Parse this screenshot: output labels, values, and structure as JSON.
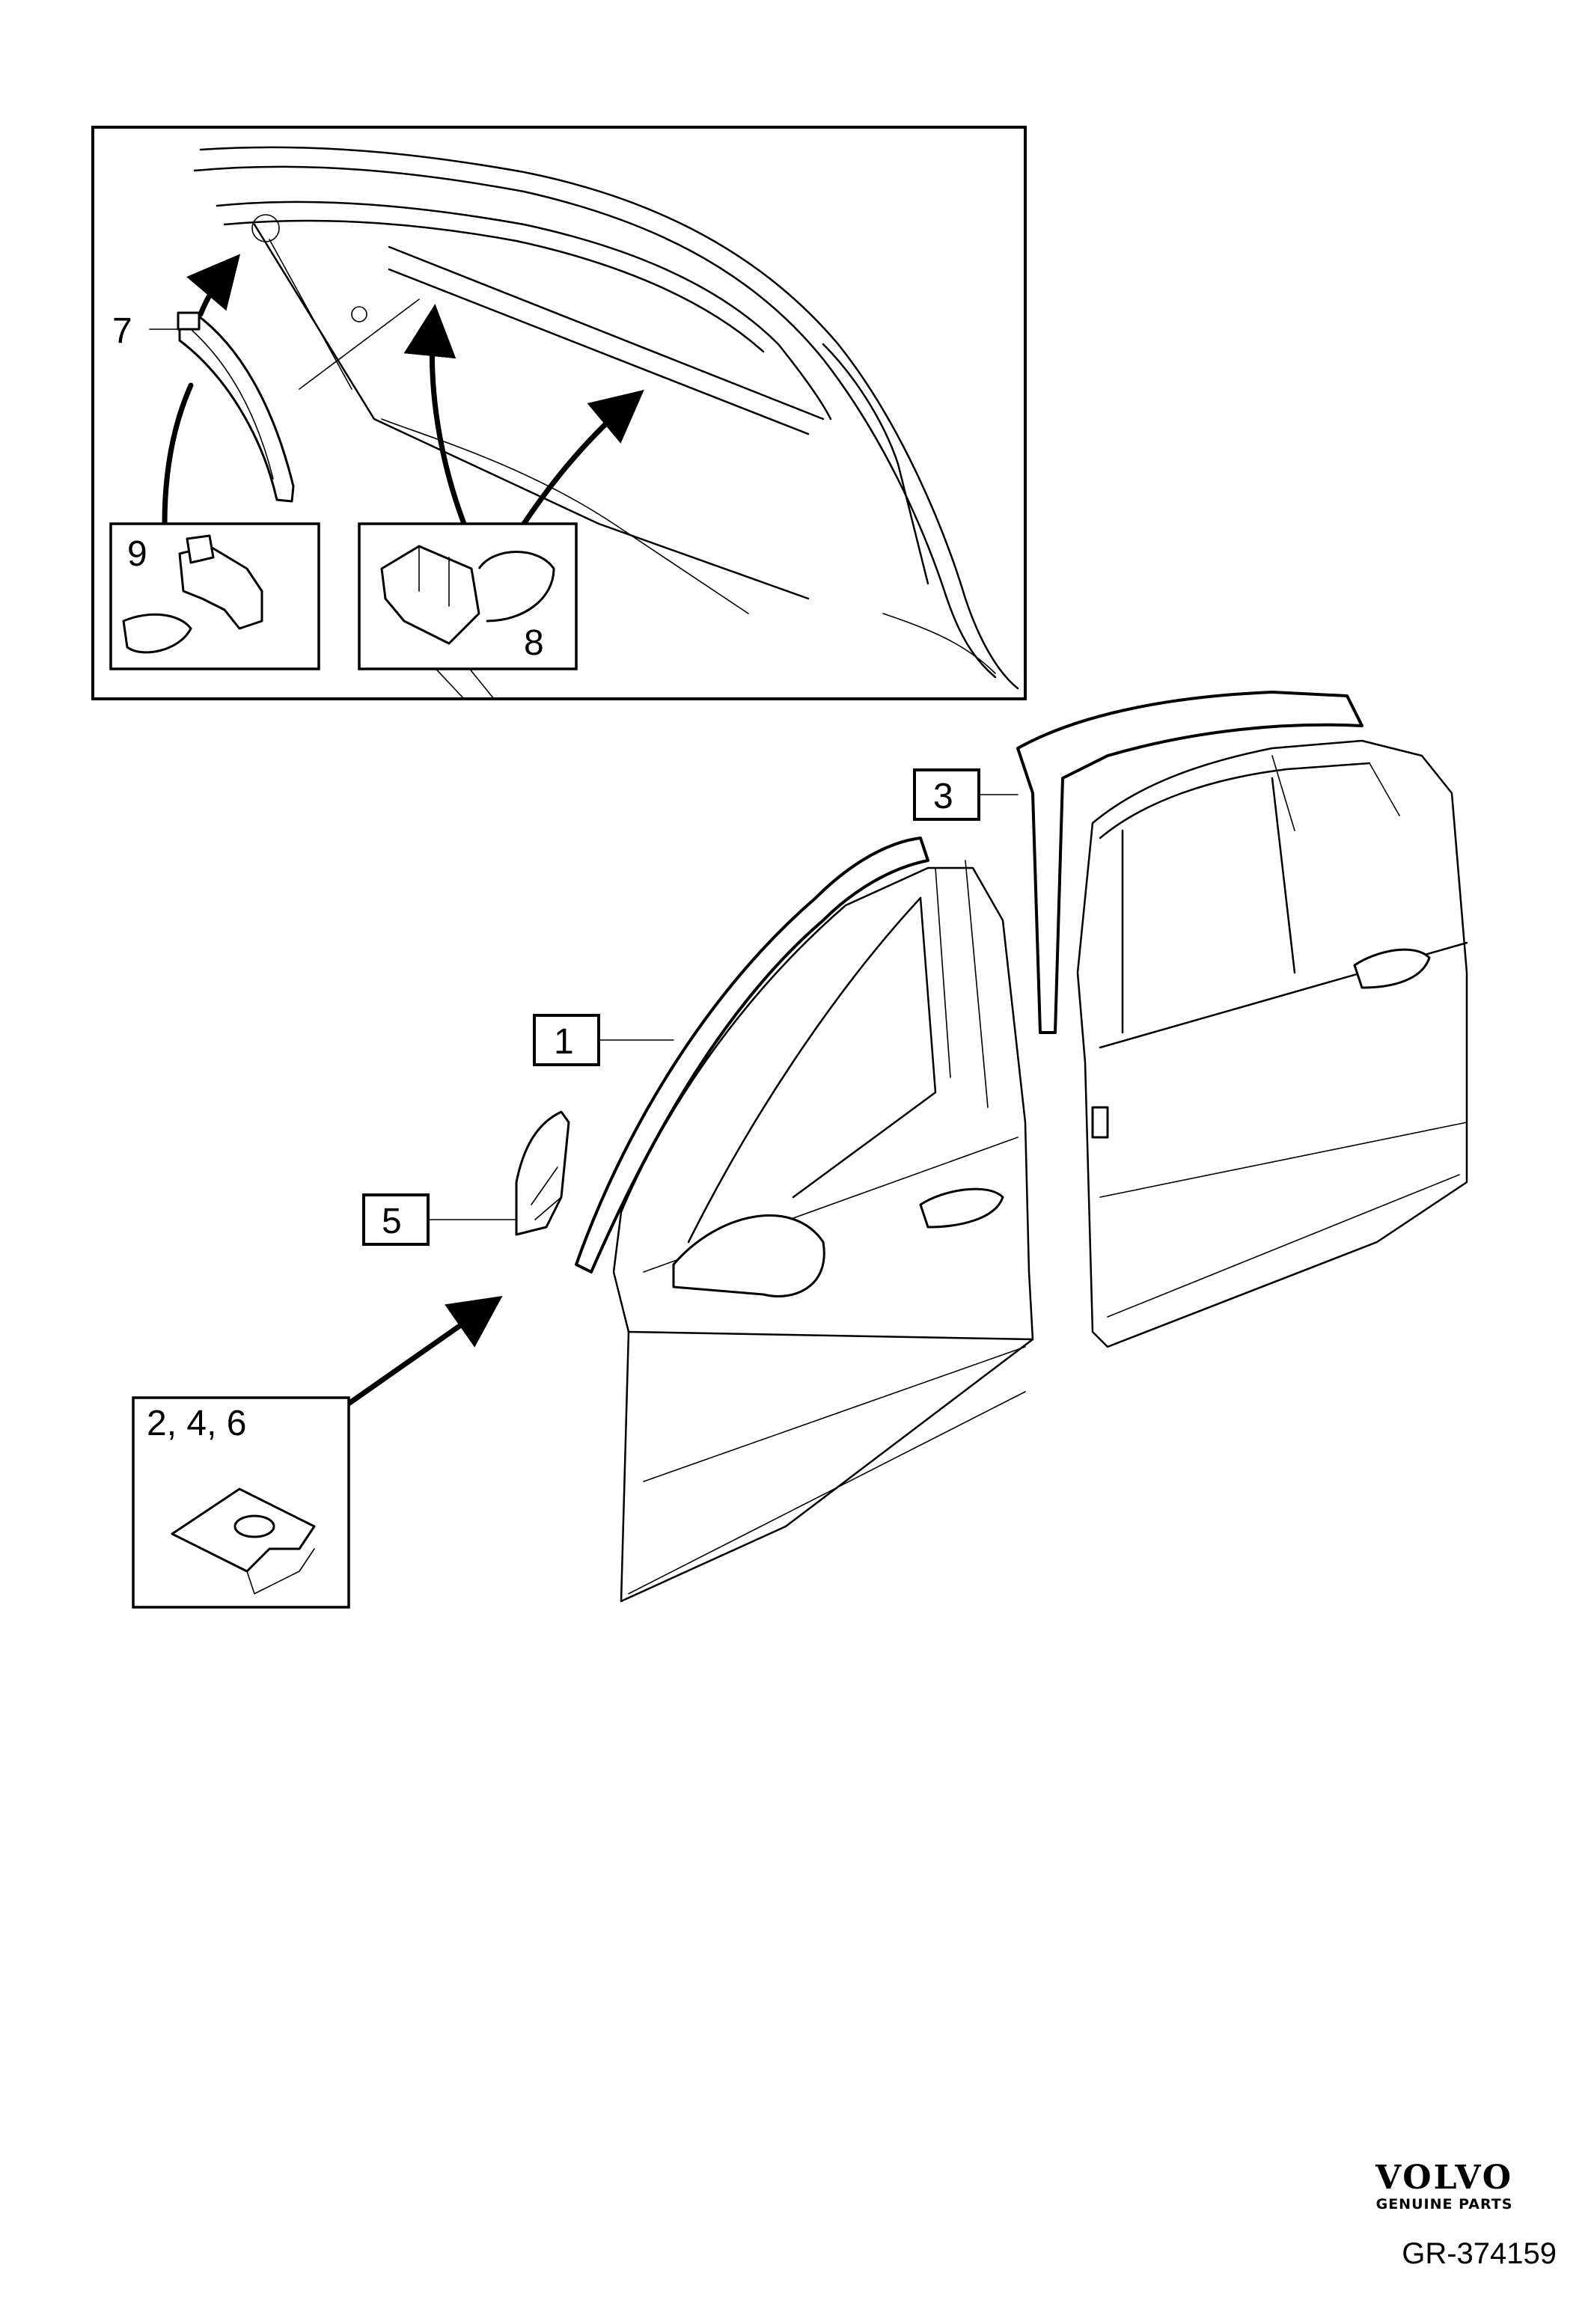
{
  "callouts": {
    "c1": "1",
    "c3": "3",
    "c5": "5",
    "c7": "7",
    "c8": "8",
    "c9": "9",
    "c246": "2,  4,  6"
  },
  "brand": {
    "logo": "VOLVO",
    "tagline": "GENUINE PARTS"
  },
  "reference_code": "GR-374159"
}
